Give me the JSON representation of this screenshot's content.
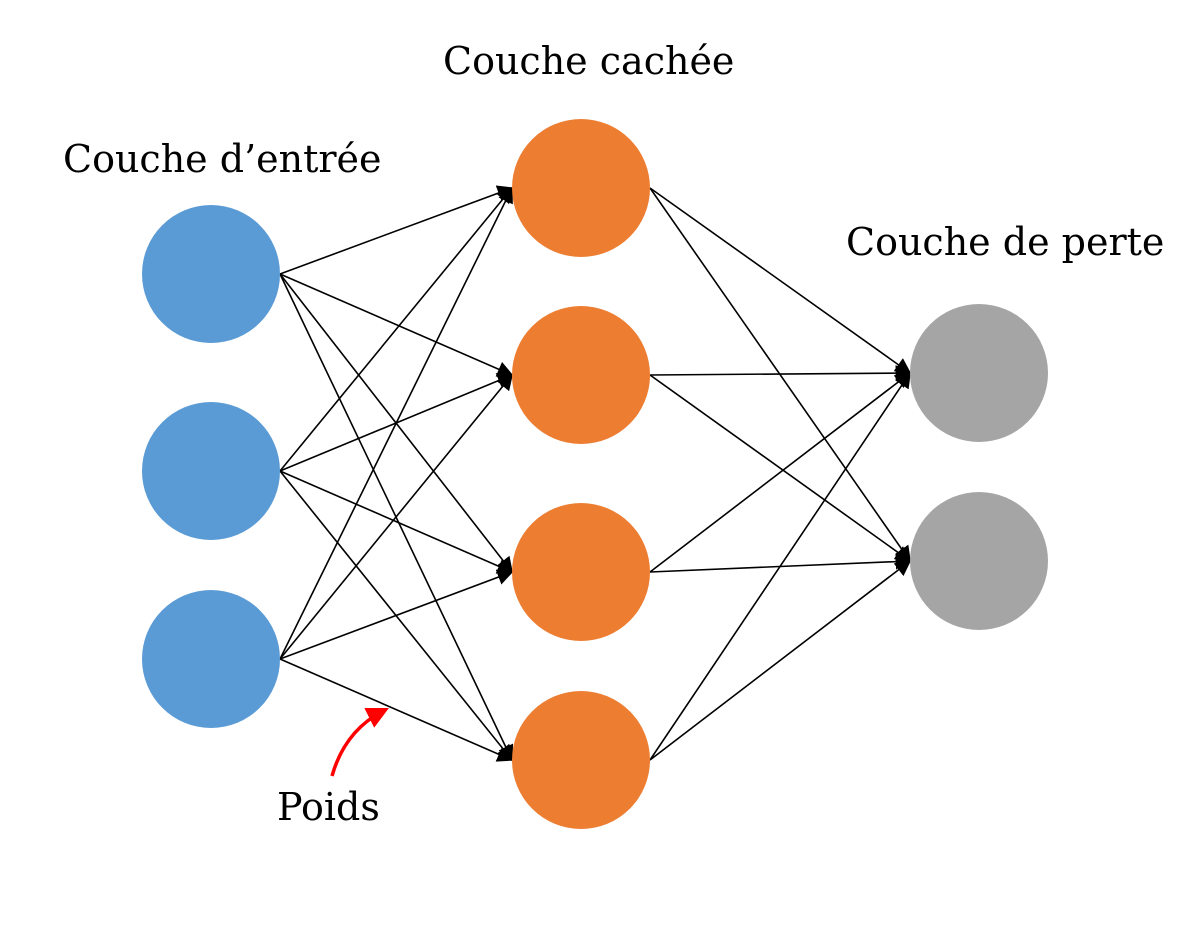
{
  "labels": {
    "input_layer": "Couche d’entrée",
    "hidden_layer": "Couche cachée",
    "output_layer": "Couche de perte",
    "weights": "Poids"
  },
  "layers": {
    "input": {
      "node_count": 3,
      "color": "#5b9bd5"
    },
    "hidden": {
      "node_count": 4,
      "color": "#ed7d31"
    },
    "output": {
      "node_count": 2,
      "color": "#a5a5a5"
    }
  },
  "connections": "fully-connected",
  "colors": {
    "edge": "#000000",
    "weight_pointer": "#ff0000"
  }
}
